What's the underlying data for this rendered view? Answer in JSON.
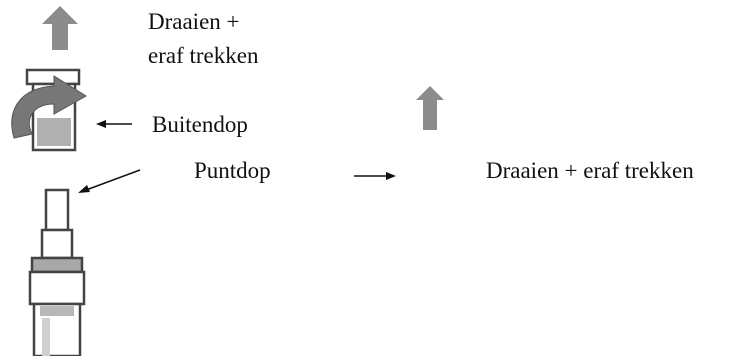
{
  "labels": {
    "step1_line1": "Draaien +",
    "step1_line2": "eraf trekken",
    "outer_cap": "Buitendop",
    "tip_cap": "Puntdop",
    "step2": "Draaien + eraf trekken"
  },
  "colors": {
    "arrow_grey": "#8c8c8c",
    "cap_grey": "#a8a8a8",
    "outline": "#444444",
    "pointer": "#111111"
  },
  "icons": {
    "up_arrow_1": "up-arrow-icon",
    "curved_arrow": "curved-arrow-icon",
    "up_arrow_2": "up-arrow-icon"
  }
}
